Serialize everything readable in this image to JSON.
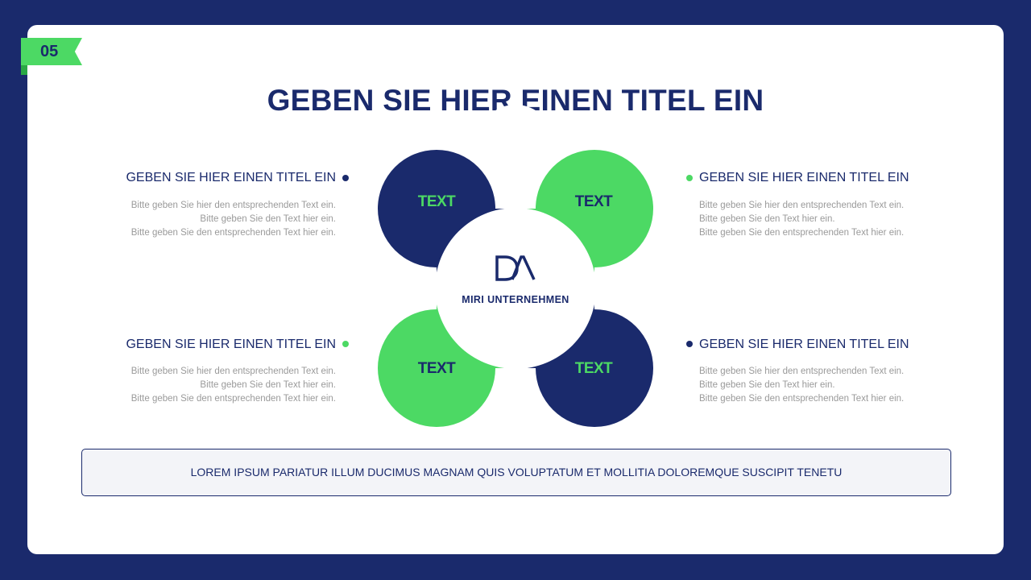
{
  "badge": {
    "number": "05"
  },
  "title": "GEBEN SIE HIER EINEN TITEL EIN",
  "colors": {
    "navy": "#1a2a6c",
    "green": "#4cd964",
    "gray_text": "#9a9a9a"
  },
  "center": {
    "logo_icon": "company-logo-icon",
    "name": "MIRI UNTERNEHMEN"
  },
  "petals": [
    {
      "label": "TEXT",
      "fill": "#1a2a6c",
      "text_color": "#4cd964"
    },
    {
      "label": "TEXT",
      "fill": "#4cd964",
      "text_color": "#1a2a6c"
    },
    {
      "label": "TEXT",
      "fill": "#4cd964",
      "text_color": "#1a2a6c"
    },
    {
      "label": "TEXT",
      "fill": "#1a2a6c",
      "text_color": "#4cd964"
    }
  ],
  "items": [
    {
      "title": "GEBEN SIE HIER EINEN TITEL EIN",
      "lines": [
        "Bitte geben Sie hier den entsprechenden Text ein.",
        "Bitte geben Sie den Text hier ein.",
        "Bitte geben Sie den entsprechenden Text hier ein."
      ],
      "dot_color": "#1a2a6c"
    },
    {
      "title": "GEBEN SIE HIER EINEN TITEL EIN",
      "lines": [
        "Bitte geben Sie hier den entsprechenden Text ein.",
        "Bitte geben Sie den Text hier ein.",
        "Bitte geben Sie den entsprechenden Text hier ein."
      ],
      "dot_color": "#4cd964"
    },
    {
      "title": "GEBEN SIE HIER EINEN TITEL EIN",
      "lines": [
        "Bitte geben Sie hier den entsprechenden Text ein.",
        "Bitte geben Sie den Text hier ein.",
        "Bitte geben Sie den entsprechenden Text hier ein."
      ],
      "dot_color": "#4cd964"
    },
    {
      "title": "GEBEN SIE HIER EINEN TITEL EIN",
      "lines": [
        "Bitte geben Sie hier den entsprechenden Text ein.",
        "Bitte geben Sie den Text hier ein.",
        "Bitte geben Sie den entsprechenden Text hier ein."
      ],
      "dot_color": "#1a2a6c"
    }
  ],
  "footer": "LOREM IPSUM PARIATUR ILLUM DUCIMUS MAGNAM QUIS VOLUPTATUM ET MOLLITIA DOLOREMQUE SUSCIPIT TENETU"
}
